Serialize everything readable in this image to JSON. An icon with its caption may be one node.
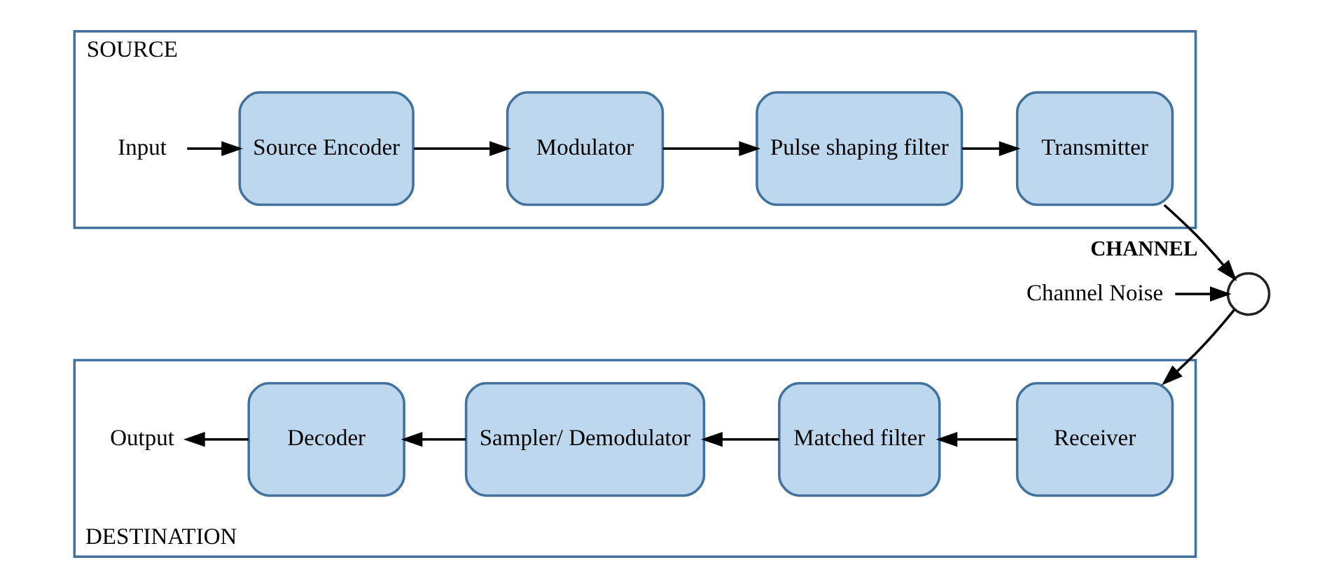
{
  "diagram": {
    "nodes": [
      {
        "text": [
          "SOURCE"
        ]
      },
      {
        "text": [
          "Input"
        ],
        "in": 0
      },
      {
        "text": [
          "Source Encoder"
        ],
        "in": 0
      },
      {
        "text": [
          "Modulator"
        ],
        "in": 0
      },
      {
        "text": [
          "Pulse shaping filter"
        ],
        "in": 0
      },
      {
        "text": [
          "Transmitter"
        ],
        "in": 0
      },
      {
        "text": [],
        "shape": "circle"
      },
      {
        "text": [
          "Channel Noise"
        ]
      },
      {
        "text": [
          "DESTINATION"
        ]
      },
      {
        "text": [
          "Output"
        ],
        "in": 8
      },
      {
        "text": [
          "Decoder"
        ],
        "in": 8
      },
      {
        "text": [
          "Sampler/ Demodulator"
        ],
        "in": 8
      },
      {
        "text": [
          "Matched filter"
        ],
        "in": 8
      },
      {
        "text": [
          "Receiver"
        ],
        "in": 8
      }
    ],
    "edges": [
      {
        "from": 1,
        "to": 2,
        "arrow": "to"
      },
      {
        "from": 2,
        "to": 3,
        "arrow": "to"
      },
      {
        "from": 3,
        "to": 4,
        "arrow": "to"
      },
      {
        "from": 4,
        "to": 5,
        "arrow": "to"
      },
      {
        "from": 5,
        "to": 6,
        "arrow": "to",
        "label": "CHANNEL"
      },
      {
        "from": 7,
        "to": 6,
        "arrow": "to"
      },
      {
        "from": 6,
        "to": 13,
        "arrow": "to"
      },
      {
        "from": 13,
        "to": 12,
        "arrow": "to"
      },
      {
        "from": 12,
        "to": 11,
        "arrow": "to"
      },
      {
        "from": 11,
        "to": 10,
        "arrow": "to"
      },
      {
        "from": 10,
        "to": 9,
        "arrow": "to"
      }
    ]
  }
}
